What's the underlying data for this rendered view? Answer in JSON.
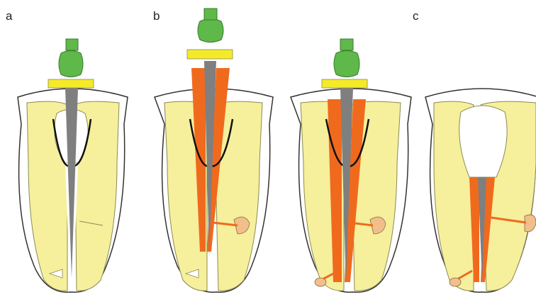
{
  "panel_labels": {
    "a": "a",
    "b": "b",
    "c": "c"
  },
  "colors": {
    "tooth": "#f6ef9c",
    "tooth_stroke": "#8a8a55",
    "outline": "#333333",
    "instrument": "#7f7f80",
    "handle": "#5fb84a",
    "stopper": "#f4ea2a",
    "gutta_percha": "#f06a1e",
    "lesion": "#f2bf8a",
    "file_curve": "#111111"
  },
  "icons": [
    "tooth-icon",
    "endodontic-file-icon",
    "rubber-stopper-icon",
    "gutta-percha-icon",
    "lesion-icon"
  ]
}
